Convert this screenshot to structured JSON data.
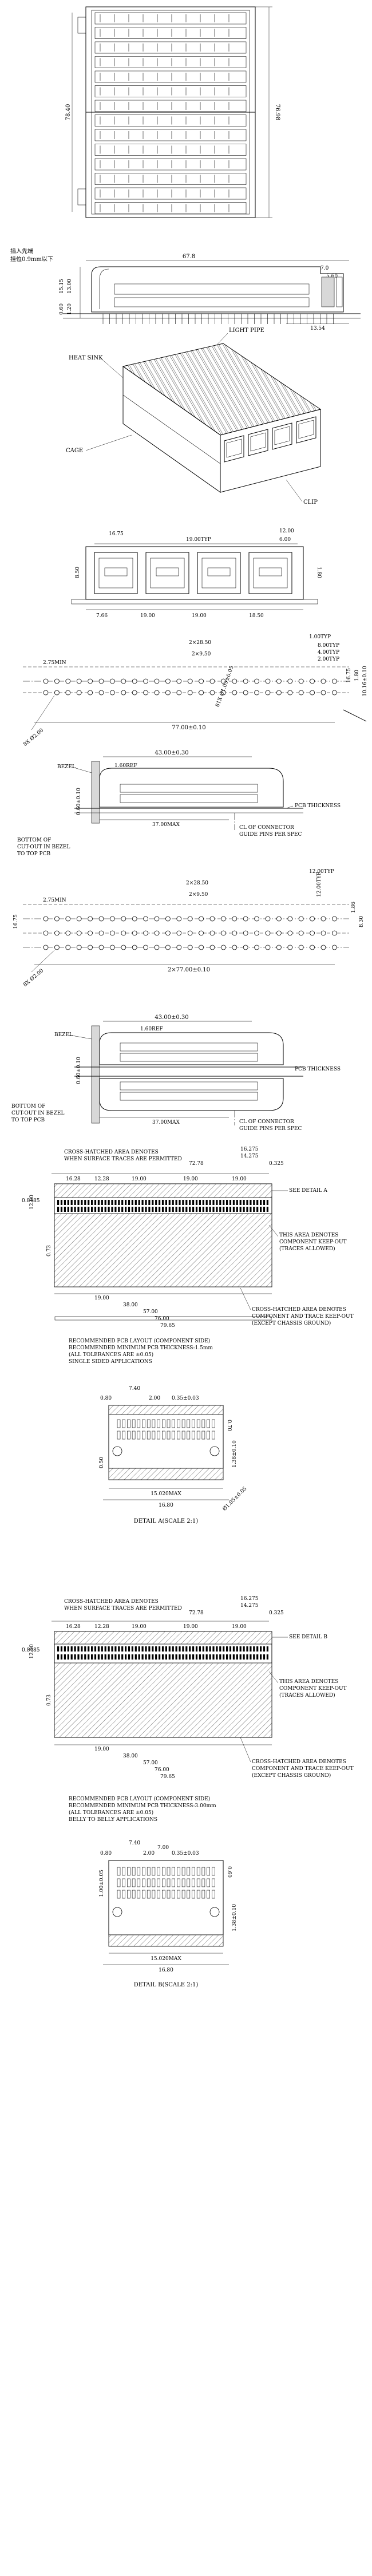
{
  "dims": {
    "v1_left_height": "78.40",
    "v1_right_height": "76.98",
    "v2_width": "67.8",
    "v2_a": "7.0",
    "v2_b": "5.60",
    "v2_c": "13.54",
    "v2_h1": "15.15",
    "v2_h2": "13.00",
    "v2_h3": "0.60",
    "v2_h4": "1.20",
    "v4_a": "16.75",
    "v4_b": "19.00TYP",
    "v4_c": "12.00",
    "v4_d": "6.00",
    "v4_e": "7.66",
    "v4_f": "19.00",
    "v4_g": "19.00",
    "v4_h": "18.50",
    "v4_i": "8.50",
    "v4_j": "1.80",
    "v5_a": "2×28.50",
    "v5_b": "2×9.50",
    "v5_c": "2.75MIN",
    "v5_d": "1.00TYP",
    "v5_e": "8.00TYP",
    "v5_f": "4.00TYP",
    "v5_g": "2.00TYP",
    "v5_h": "77.00±0.10",
    "v5_i": "16.75",
    "v5_j": "1.80",
    "v5_k": "10.16±0.10",
    "v5_l": "8X Ø2.00",
    "v5_m": "81X Ø1.05±0.05",
    "v6_a": "43.00±0.30",
    "v6_b": "1.60REF",
    "v6_c": "37.00MAX",
    "v6_d": "0.60±0.10",
    "v7_a": "2×28.50",
    "v7_b": "2×9.50",
    "v7_c": "2.75MIN",
    "v7_d": "12.00TYP",
    "v7_e": "2×77.00±0.10",
    "v7_f": "12.00TYP",
    "v7_g": "1.86",
    "v7_h": "8.30",
    "v7_i": "16.75",
    "v7_j": "8X Ø2.00",
    "v8_a": "43.00±0.30",
    "v8_b": "1.60REF",
    "v8_c": "37.00MAX",
    "v8_d": "0.60±0.10",
    "v9_a": "16.275",
    "v9_b": "14.275",
    "v9_c": "72.78",
    "v9_d": "0.325",
    "v9_e": "16.28",
    "v9_f": "12.28",
    "v9_g": "19.00",
    "v9_h": "0.73",
    "v9_i": "79.65",
    "v9_j": "76.00",
    "v9_k": "57.00",
    "v9_l": "38.00",
    "v9_m": "19.00",
    "v9_n": "12.00",
    "v9_o": "0.8485",
    "v10_a": "7.40",
    "v10_b": "0.80",
    "v10_c": "2.00",
    "v10_d": "0.35±0.03",
    "v10_e": "0.70",
    "v10_f": "15.020MAX",
    "v10_g": "16.80",
    "v10_h": "0.50",
    "v10_i": "1.38±0.10",
    "v10_j": "Ø1.05±0.05",
    "v11_a": "16.275",
    "v11_b": "14.275",
    "v11_c": "72.78",
    "v11_d": "0.325",
    "v11_e": "16.28",
    "v11_f": "12.28",
    "v11_g": "19.00",
    "v11_h": "0.73",
    "v11_i": "79.65",
    "v11_j": "76.00",
    "v11_k": "57.00",
    "v11_l": "38.00",
    "v11_m": "19.00",
    "v11_n": "12.00",
    "v11_o": "0.8485",
    "v12_a": "7.40",
    "v12_b": "7.00",
    "v12_c": "0.80",
    "v12_d": "2.00",
    "v12_e": "0.35±0.03",
    "v12_f": "15.020MAX",
    "v12_g": "16.80",
    "v12_h": "1.00±0.05",
    "v12_i": "0.60",
    "v12_j": "1.38±0.10"
  },
  "labels": {
    "insert_cn": "插入先端",
    "insert_stop": "挂位0.9mm以下",
    "heat_sink": "HEAT SINK",
    "light_pipe": "LIGHT PIPE",
    "cage": "CAGE",
    "clip": "CLIP",
    "bezel": "BEZEL",
    "pcb_thickness": "PCB THICKNESS",
    "cl_connector": "CL OF CONNECTOR",
    "guide_pins": "GUIDE PINS PER SPEC",
    "bottom_cutout_1": "BOTTOM OF",
    "bottom_cutout_2": "CUT-OUT IN BEZEL",
    "bottom_cutout_3": "TO TOP PCB",
    "crosshatch_1": "CROSS-HATCHED AREA DENOTES",
    "crosshatch_2": "WHEN SURFACE TRACES ARE PERMITTED",
    "see_detail_a": "SEE DETAIL A",
    "see_detail_b": "SEE DETAIL B",
    "this_area_1": "THIS AREA DENOTES",
    "this_area_2": "COMPONENT KEEP-OUT",
    "this_area_3": "(TRACES ALLOWED)",
    "keepout_1": "CROSS-HATCHED AREA DENOTES",
    "keepout_2": "COMPONENT AND TRACE KEEP-OUT",
    "keepout_3": "(EXCEPT CHASSIS GROUND)",
    "note1_1": "RECOMMENDED PCB LAYOUT (COMPONENT SIDE)",
    "note1_2": "RECOMMENDED MINIMUM PCB THICKNESS:1.5mm",
    "note1_3": "(ALL TOLERANCES ARE ±0.05)",
    "note1_4": "SINGLE SIDED APPLICATIONS",
    "note2_1": "RECOMMENDED PCB LAYOUT (COMPONENT SIDE)",
    "note2_2": "RECOMMENDED MINIMUM PCB THICKNESS:3.00mm",
    "note2_3": "(ALL TOLERANCES ARE ±0.05)",
    "note2_4": "BELLY TO BELLY APPLICATIONS",
    "detail_a": "DETAIL A(SCALE 2:1)",
    "detail_b": "DETAIL B(SCALE 2:1)"
  }
}
